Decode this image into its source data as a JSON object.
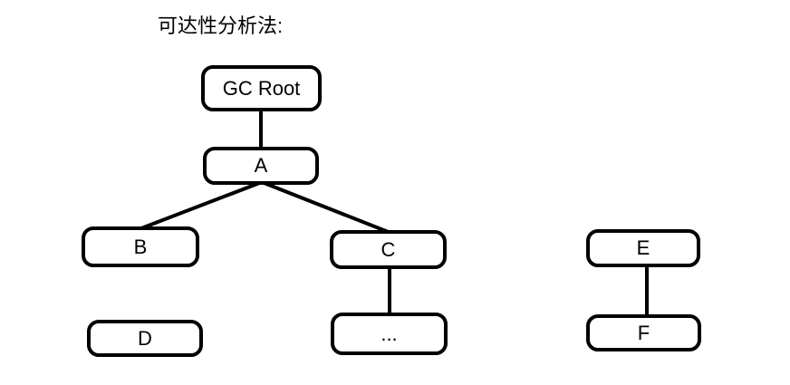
{
  "title": "可达性分析法:",
  "diagram": {
    "nodes": {
      "gc_root": {
        "label": "GC Root"
      },
      "a": {
        "label": "A"
      },
      "b": {
        "label": "B"
      },
      "c": {
        "label": "C"
      },
      "d": {
        "label": "D"
      },
      "ellipsis": {
        "label": "..."
      },
      "e": {
        "label": "E"
      },
      "f": {
        "label": "F"
      }
    },
    "edges": [
      {
        "from": "GC Root",
        "to": "A"
      },
      {
        "from": "A",
        "to": "B"
      },
      {
        "from": "A",
        "to": "C"
      },
      {
        "from": "C",
        "to": "..."
      },
      {
        "from": "E",
        "to": "F"
      }
    ],
    "unreachable_nodes": [
      "D",
      "E",
      "F"
    ]
  },
  "colors": {
    "background": "#ffffff",
    "box_fill": "#ffffff",
    "box_border": "#000000",
    "edge_line": "#000000",
    "text": "#000000"
  }
}
